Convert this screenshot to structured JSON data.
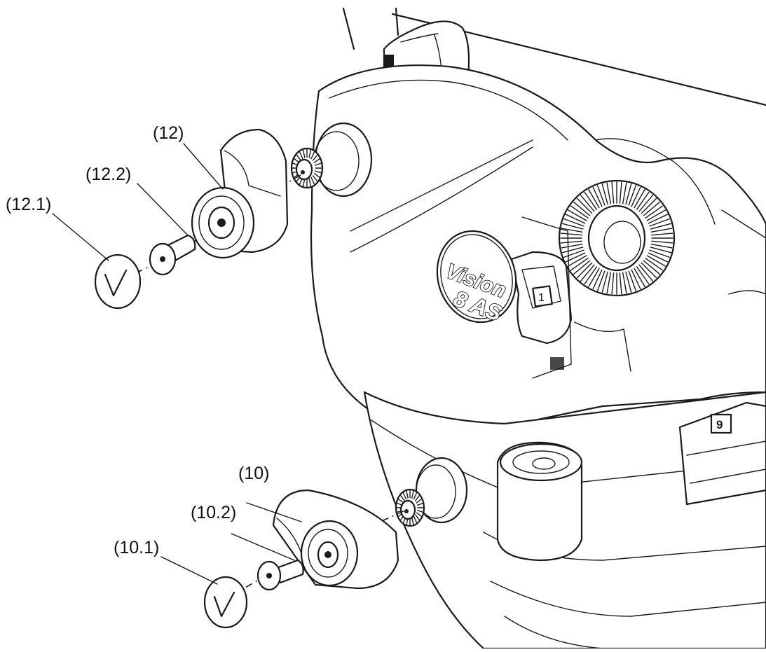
{
  "diagram": {
    "callouts": [
      {
        "id": "c12",
        "text": "(12)"
      },
      {
        "id": "c12_2",
        "text": "(12.2)"
      },
      {
        "id": "c12_1",
        "text": "(12.1)"
      },
      {
        "id": "c10",
        "text": "(10)"
      },
      {
        "id": "c10_2",
        "text": "(10.2)"
      },
      {
        "id": "c10_1",
        "text": "(10.1)"
      }
    ],
    "badge": {
      "line1": "Vision",
      "line2": "8 AS"
    },
    "knob_marker": "1",
    "side_marker": "9"
  }
}
